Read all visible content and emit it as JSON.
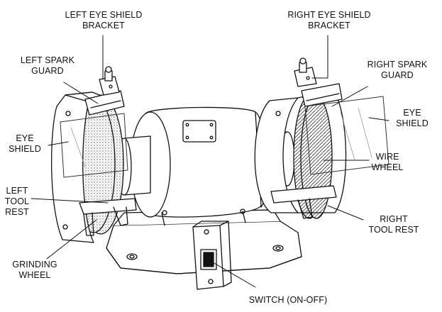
{
  "labels": {
    "left_eye_shield_bracket": [
      "LEFT EYE SHIELD",
      "BRACKET"
    ],
    "left_spark_guard": [
      "LEFT SPARK",
      "GUARD"
    ],
    "eye_shield_left": [
      "EYE",
      "SHIELD"
    ],
    "left_tool_rest": [
      "LEFT",
      "TOOL",
      "REST"
    ],
    "grinding_wheel": [
      "GRINDING",
      "WHEEL"
    ],
    "right_eye_shield_bracket": [
      "RIGHT  EYE SHIELD",
      "BRACKET"
    ],
    "right_spark_guard": [
      "RIGHT SPARK",
      "GUARD"
    ],
    "eye_shield_right": [
      "EYE",
      "SHIELD"
    ],
    "wire_wheel": [
      "WIRE",
      "WHEEL"
    ],
    "right_tool_rest": [
      "RIGHT",
      "TOOL REST"
    ],
    "switch": [
      "SWITCH (ON-OFF)"
    ]
  },
  "colors": {
    "ink": "#111111",
    "background": "#ffffff"
  }
}
